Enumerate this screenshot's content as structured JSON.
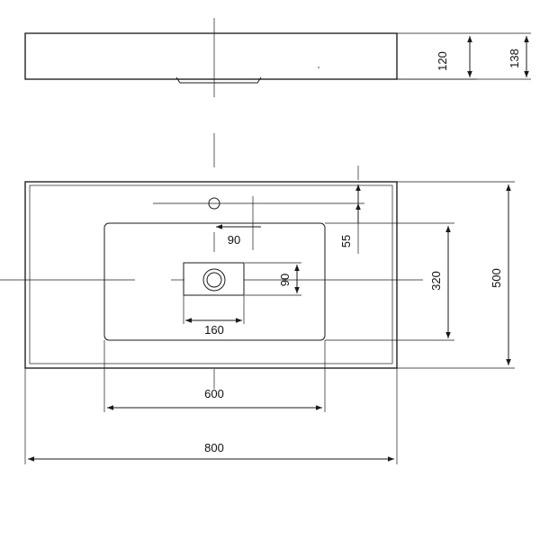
{
  "colors": {
    "line": "#1a1a1a",
    "background": "#ffffff"
  },
  "dimensions": {
    "side_height": "120",
    "total_height": "138",
    "faucet_offset": "55",
    "bowl_depth": "320",
    "total_depth": "500",
    "center_offset": "90",
    "drain_height": "90",
    "drain_width": "160",
    "bowl_width": "600",
    "total_width": "800"
  }
}
